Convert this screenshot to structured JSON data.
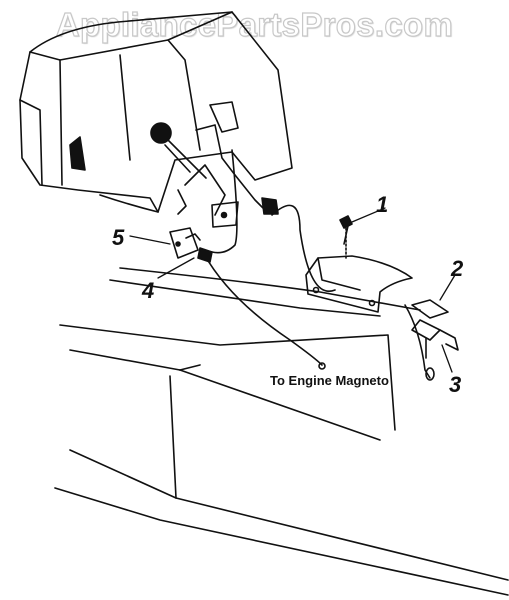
{
  "watermark": "AppliancePartsPros.com",
  "diagram": {
    "callouts": [
      "1",
      "2",
      "3",
      "4",
      "5"
    ],
    "annotation": "To Engine Magneto",
    "ink_color": "#111111"
  }
}
